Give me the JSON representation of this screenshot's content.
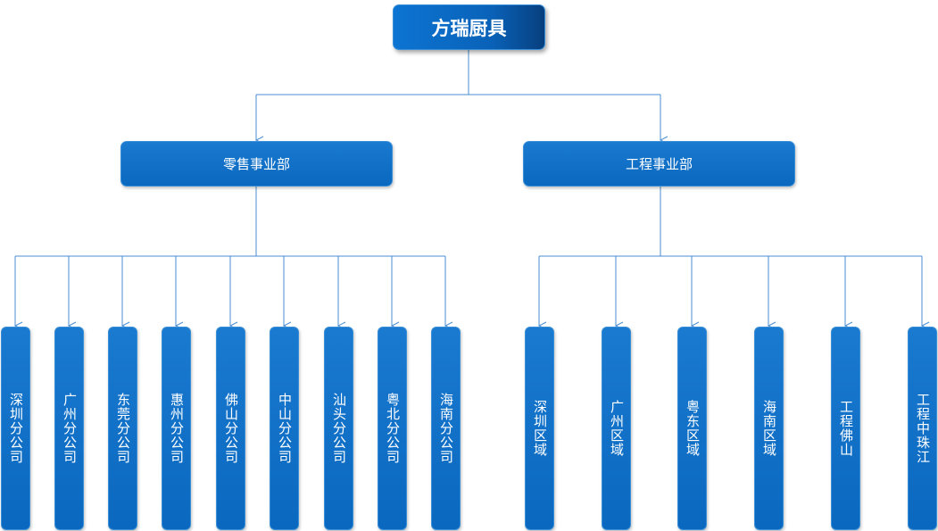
{
  "root": {
    "label": "方瑞厨具"
  },
  "departments": [
    {
      "label": "零售事业部",
      "children": [
        "深圳分公司",
        "广州分公司",
        "东莞分公司",
        "惠州分公司",
        "佛山分公司",
        "中山分公司",
        "汕头分公司",
        "粤北分公司",
        "海南分公司"
      ]
    },
    {
      "label": "工程事业部",
      "children": [
        "深圳区域",
        "广州区域",
        "粤东区域",
        "海南区域",
        "工程佛山",
        "工程中珠江"
      ]
    }
  ],
  "colors": {
    "box": "#0a68bf",
    "line": "#4a8ed0",
    "text": "#ffffff"
  }
}
